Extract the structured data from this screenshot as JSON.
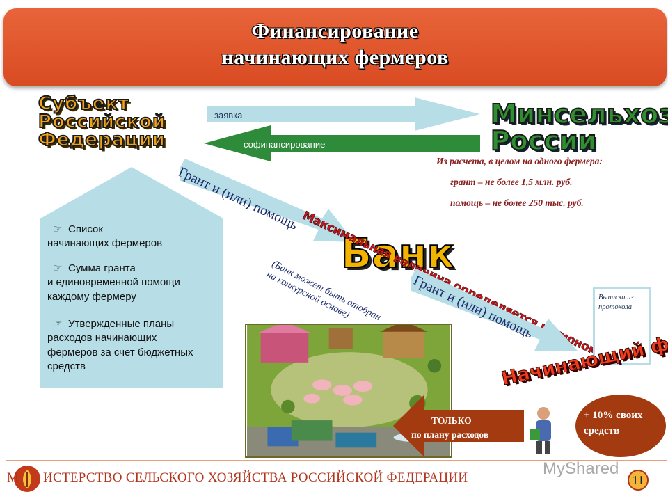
{
  "header": {
    "title_line1": "Финансирование",
    "title_line2": "начинающих фермеров"
  },
  "entities": {
    "subject_line1": "Субъект",
    "subject_line2": "Российской",
    "subject_line3": "Федерации",
    "ministry_line1": "Минсельхоз",
    "ministry_line2": "России",
    "bank": "Банк",
    "farmer": "Начинающий фермер"
  },
  "arrows": {
    "application": "заявка",
    "cofinancing": "софинансирование",
    "grant_to_bank": "Грант и (или) помощь",
    "grant_to_farmer": "Грант и (или) помощь"
  },
  "documents": {
    "items": [
      {
        "line1": "Список",
        "line2": "начинающих фермеров"
      },
      {
        "line1": "Сумма гранта",
        "line2": "и единовременной помощи",
        "line3": "каждому фермеру"
      },
      {
        "line1": "Утвержденные планы",
        "line2": "расходов начинающих",
        "line3": "фермеров за счет бюджетных",
        "line4": "средств"
      }
    ],
    "bullet_icon": "pointing-hand-icon"
  },
  "limits": {
    "intro": "Из расчета, в целом на одного фермера:",
    "grant": "грант – не более 1,5 млн. руб.",
    "help": "помощь – не более 250 тыс. руб."
  },
  "regional_note": "Максимальная величина определяется регионом",
  "bank_note_line1": "(Банк может быть отобран",
  "bank_note_line2": "на конкурсной основе)",
  "protocol": {
    "line1": "Выписка из",
    "line2": "протокола"
  },
  "own_funds": {
    "line1": "+ 10% своих",
    "line2": "средств"
  },
  "plan": {
    "line1": "ТОЛЬКО",
    "line2": "по плану расходов"
  },
  "footer": {
    "ministry": "ИСТЕРСТВО СЕЛЬСКОГО ХОЗЯЙСТВА РОССИЙСКОЙ ФЕДЕРАЦИИ",
    "page": "11",
    "watermark": "MyShared"
  },
  "colors": {
    "banner": "#d94b22",
    "light_blue": "#b7dde6",
    "green_arrow": "#2e8b3a",
    "brown": "#a33a10"
  }
}
